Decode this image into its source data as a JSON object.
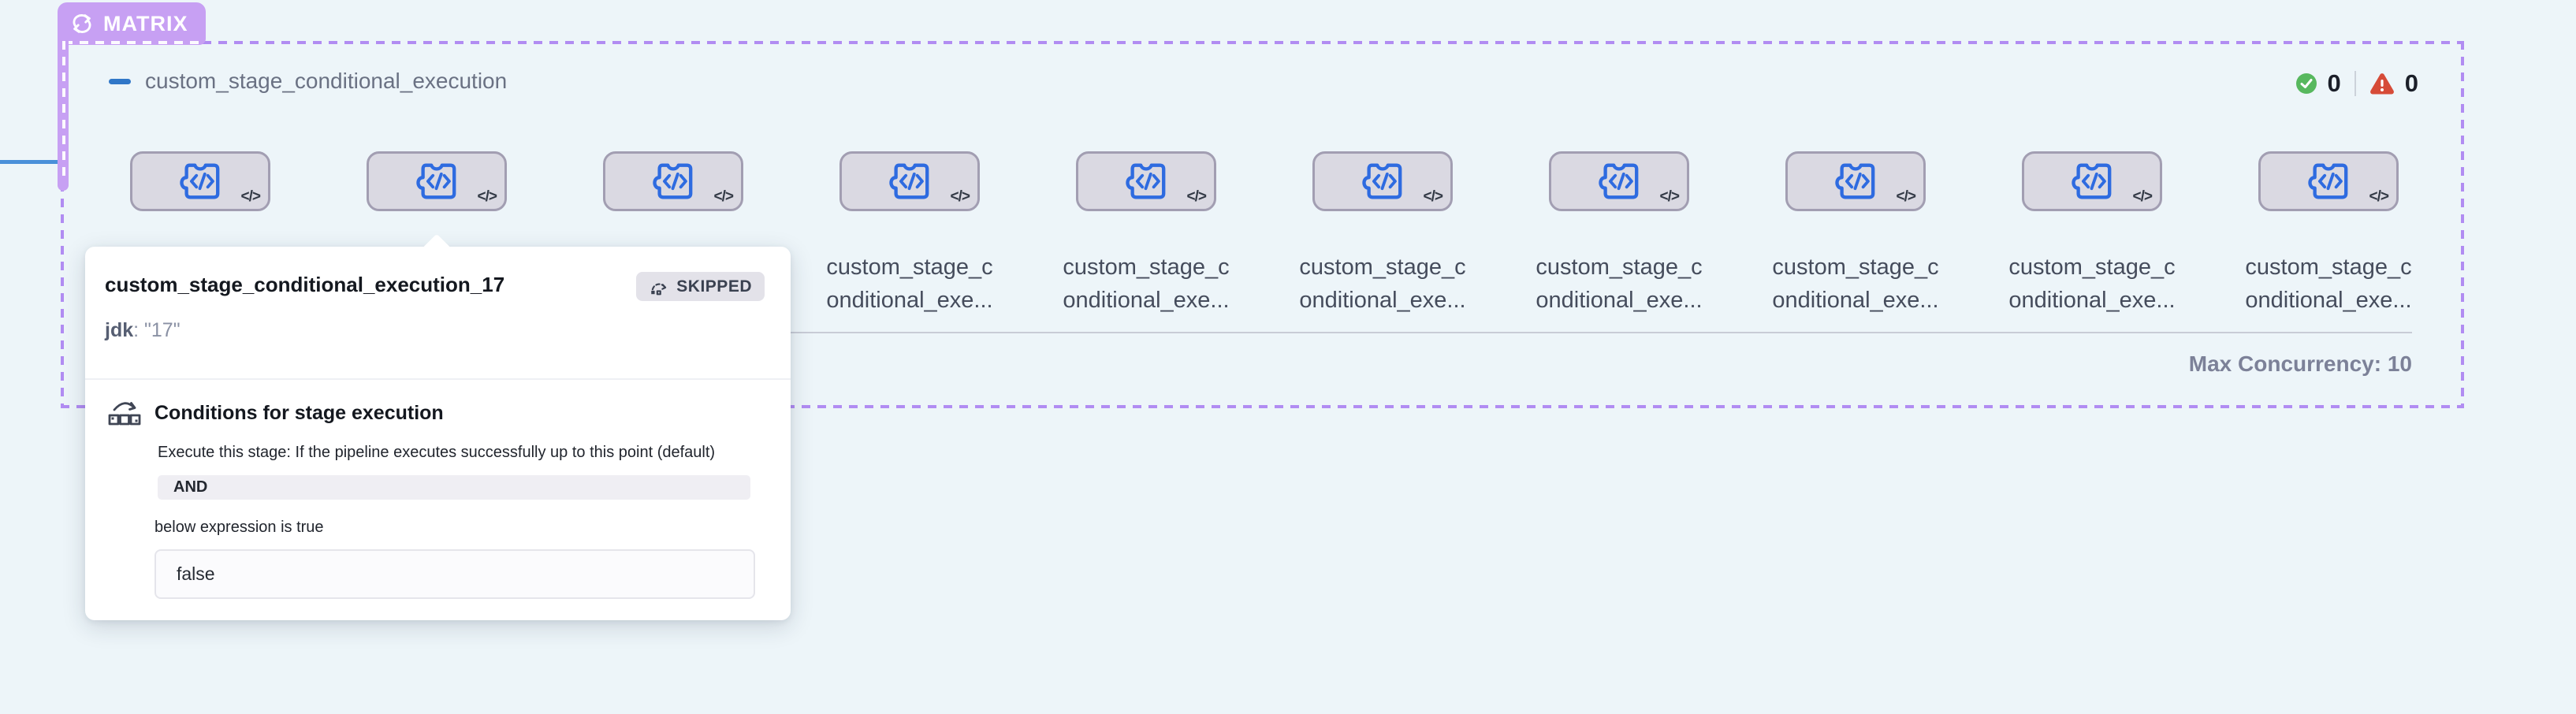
{
  "matrix": {
    "badge_label": "MATRIX",
    "title": "custom_stage_conditional_execution",
    "success_count": "0",
    "error_count": "0",
    "max_concurrency": "Max Concurrency: 10",
    "node_label_line1": "custom_stage_c",
    "node_label_line2": "onditional_exe...",
    "node_corner_glyph": "</>"
  },
  "popover": {
    "title": "custom_stage_conditional_execution_17",
    "status_label": "SKIPPED",
    "param_key": "jdk",
    "param_value": ": \"17\"",
    "conditions": {
      "heading": "Conditions for stage execution",
      "description": "Execute this stage: If the pipeline executes successfully up to this point (default)",
      "operator": "AND",
      "subheading": "below expression is true",
      "expression": "false"
    }
  },
  "colors": {
    "background": "#edf5f9",
    "accent_purple": "#c7a0f3",
    "dashed_border": "#b18cf2",
    "node_fill": "#dad9e2",
    "node_border": "#a29eb2",
    "node_icon_blue": "#2e6be0",
    "connector_blue": "#4a90d9",
    "success_green": "#57b85e",
    "error_red": "#d64b38"
  }
}
